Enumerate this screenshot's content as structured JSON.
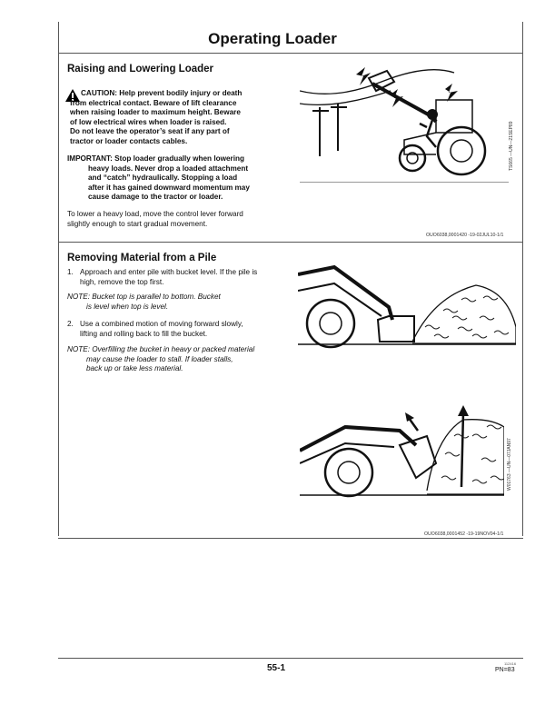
{
  "page": {
    "title": "Operating Loader",
    "page_number": "55-1",
    "small_code": "112416",
    "pn": "PN=83"
  },
  "section1": {
    "title": "Raising and Lowering Loader",
    "caution_lines": [
      "CAUTION: Help prevent bodily injury or death",
      "from electrical contact.  Beware of lift clearance",
      "when raising loader to maximum height.  Beware",
      "of low electrical wires when loader is raised.",
      "Do not leave the operator’s seat if any part of",
      "tractor or loader contacts cables."
    ],
    "important_lines": [
      "IMPORTANT: Stop loader gradually when lowering",
      "heavy loads.  Never drop a loaded attachment",
      "and “catch” hydraulically.  Stopping a load",
      "after it has gained downward momentum may",
      "cause damage to the tractor or loader."
    ],
    "body_lines": [
      "To lower a heavy load, move the control lever forward",
      "slightly enough to start gradual movement."
    ],
    "image_ref": "TS665 —UN—21SEP89",
    "ref_code": "OUO6038,0001420 -19-02JUL10-1/1"
  },
  "section2": {
    "title": "Removing Material from a Pile",
    "step1_num": "1.",
    "step1_lines": [
      "Approach and enter pile with bucket level.  If the pile is",
      "high, remove the top first."
    ],
    "note1_lines": [
      "NOTE: Bucket top is parallel to bottom.  Bucket",
      "is level when top is level."
    ],
    "step2_num": "2.",
    "step2_lines": [
      "Use a combined motion of moving forward slowly,",
      "lifting and rolling back to fill the bucket."
    ],
    "note2_lines": [
      "NOTE: Overfilling the bucket in heavy or packed material",
      "may cause the loader to stall.  If loader stalls,",
      "back up or take less material."
    ],
    "image_ref": "W01763 —UN—07JAN97",
    "ref_code": "OUO6038,0001452 -19-19NOV04-1/1"
  }
}
